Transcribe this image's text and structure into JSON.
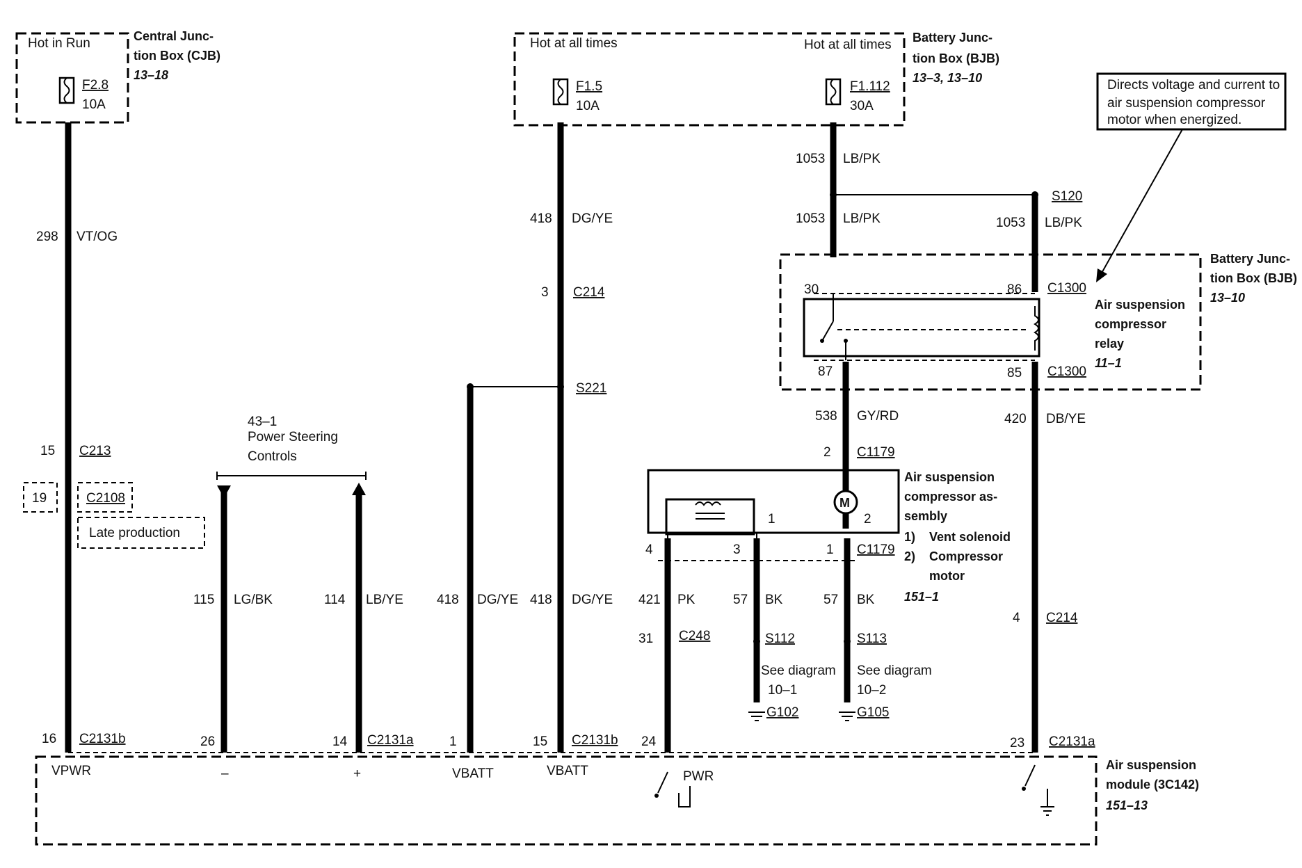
{
  "cjb": {
    "hot_label": "Hot in Run",
    "name_line1": "Central Junc-",
    "name_line2": "tion Box (CJB)",
    "ref": "13–18",
    "fuse_id": "F2.8",
    "fuse_rating": "10A"
  },
  "bjb_top": {
    "hot_left": "Hot at all times",
    "hot_right": "Hot at all times",
    "name_line1": "Battery Junc-",
    "name_line2": "tion Box (BJB)",
    "ref": "13–3, 13–10",
    "fuse1_id": "F1.5",
    "fuse1_rating": "10A",
    "fuse2_id": "F1.112",
    "fuse2_rating": "30A"
  },
  "note": {
    "line1": "Directs voltage and current to",
    "line2": "air suspension compressor",
    "line3": "motor when energized."
  },
  "bjb_relay": {
    "name_line1": "Battery Junc-",
    "name_line2": "tion Box (BJB)",
    "ref": "13–10",
    "relay_line1": "Air suspension",
    "relay_line2": "compressor",
    "relay_line3": "relay",
    "relay_ref": "11–1",
    "pin30": "30",
    "pin86": "86",
    "pin87": "87",
    "pin85": "85",
    "conn_top": "C1300",
    "conn_bottom": "C1300"
  },
  "wires": {
    "w298_num": "298",
    "w298_color": "VT/OG",
    "w418a_num": "418",
    "w418a_color": "DG/YE",
    "w1053a_num": "1053",
    "w1053a_color": "LB/PK",
    "w1053b_num": "1053",
    "w1053b_color": "LB/PK",
    "w1053c_num": "1053",
    "w1053c_color": "LB/PK",
    "w538_num": "538",
    "w538_color": "GY/RD",
    "w420_num": "420",
    "w420_color": "DB/YE",
    "w115_num": "115",
    "w115_color": "LG/BK",
    "w114_num": "114",
    "w114_color": "LB/YE",
    "w418b_num": "418",
    "w418b_color": "DG/YE",
    "w418c_num": "418",
    "w418c_color": "DG/YE",
    "w421_num": "421",
    "w421_color": "PK",
    "w57a_num": "57",
    "w57a_color": "BK",
    "w57b_num": "57",
    "w57b_color": "BK"
  },
  "connectors": {
    "c214_pin": "3",
    "c214": "C214",
    "s221": "S221",
    "s120": "S120",
    "c213_pin": "15",
    "c213": "C213",
    "c2108_pin": "19",
    "c2108": "C2108",
    "late_production": "Late production",
    "c1179_top_pin": "2",
    "c1179_top": "C1179",
    "c1179_bot_pin1": "4",
    "c1179_bot_pin2": "3",
    "c1179_bot_pin3": "1",
    "c1179_bot": "C1179",
    "c248_pin": "31",
    "c248": "C248",
    "s112": "S112",
    "s113": "S113",
    "g102": "G102",
    "g105": "G105",
    "see1_line1": "See diagram",
    "see1_line2": "10–1",
    "see2_line1": "See diagram",
    "see2_line2": "10–2",
    "c214b_pin": "4",
    "c214b": "C214",
    "bottom_pins": [
      "16",
      "26",
      "14",
      "1",
      "15",
      "24",
      "23"
    ],
    "c2131b_1": "C2131b",
    "c2131a_1": "C2131a",
    "c2131b_2": "C2131b",
    "c2131a_2": "C2131a"
  },
  "power_steering": {
    "ref": "43–1",
    "line1": "Power Steering",
    "line2": "Controls"
  },
  "compressor": {
    "line1": "Air suspension",
    "line2": "compressor as-",
    "line3": "sembly",
    "item1_num": "1)",
    "item1": "Vent solenoid",
    "item2_num": "2)",
    "item2": "Compressor",
    "item2b": "motor",
    "ref": "151–1",
    "pin1": "1",
    "pin2": "2",
    "motor_symbol": "M"
  },
  "module": {
    "name_line1": "Air suspension",
    "name_line2": "module (3C142)",
    "ref": "151–13",
    "vpwr": "VPWR",
    "minus": "–",
    "plus": "+",
    "vbatt1": "VBATT",
    "vbatt2": "VBATT",
    "pwr": "PWR"
  }
}
